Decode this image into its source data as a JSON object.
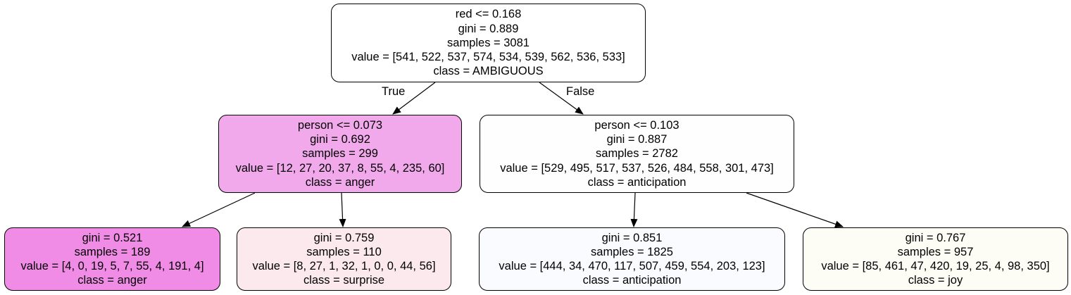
{
  "tree": {
    "edge_labels": {
      "true_label": "True",
      "false_label": "False"
    },
    "nodes": [
      {
        "split": "red <= 0.168",
        "gini": "gini = 0.889",
        "samples": "samples = 3081",
        "value": "value = [541, 522, 537, 574, 534, 539, 562, 536, 533]",
        "class": "class = AMBIGUOUS",
        "fill": "#ffffff"
      },
      {
        "split": "person <= 0.073",
        "gini": "gini = 0.692",
        "samples": "samples = 299",
        "value": "value = [12, 27, 20, 37, 8, 55, 4, 235, 60]",
        "class": "class = anger",
        "fill": "#f2a9ec"
      },
      {
        "split": "person <= 0.103",
        "gini": "gini = 0.887",
        "samples": "samples = 2782",
        "value": "value = [529, 495, 517, 537, 526, 484, 558, 301, 473]",
        "class": "class = anticipation",
        "fill": "#fffeff"
      },
      {
        "gini": "gini = 0.521",
        "samples": "samples = 189",
        "value": "value = [4, 0, 19, 5, 7, 55, 4, 191, 4]",
        "class": "class = anger",
        "fill": "#f08ce6"
      },
      {
        "gini": "gini = 0.759",
        "samples": "samples = 110",
        "value": "value = [8, 27, 1, 32, 1, 0, 0, 44, 56]",
        "class": "class = surprise",
        "fill": "#fce9ed"
      },
      {
        "gini": "gini = 0.851",
        "samples": "samples = 1825",
        "value": "value = [444, 34, 470, 117, 507, 459, 554, 203, 123]",
        "class": "class = anticipation",
        "fill": "#fafbfe"
      },
      {
        "gini": "gini = 0.767",
        "samples": "samples = 957",
        "value": "value = [85, 461, 47, 420, 19, 25, 4, 98, 350]",
        "class": "class = joy",
        "fill": "#fdfdf6"
      }
    ]
  }
}
